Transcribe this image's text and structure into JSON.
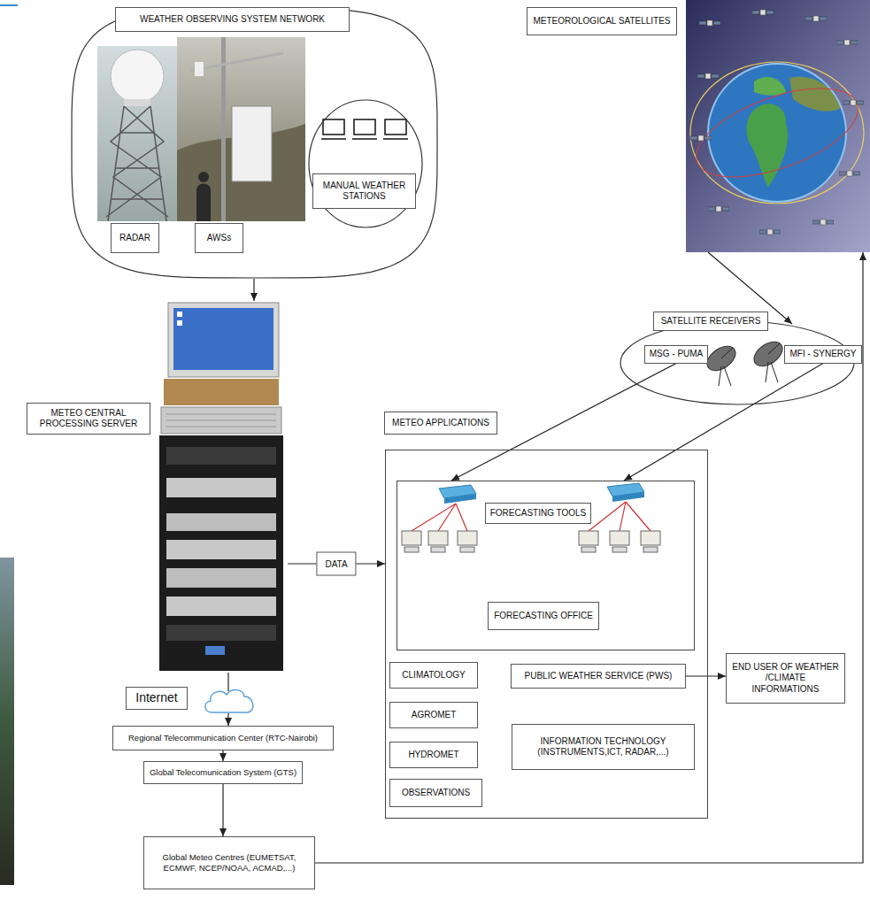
{
  "diagram": {
    "nodes": [
      {
        "text": [
          "WEATHER OBSERVING SYSTEM NETWORK"
        ]
      },
      {
        "text": [
          "RADAR"
        ],
        "in": 0
      },
      {
        "text": [
          "AWSs"
        ],
        "in": 0
      },
      {
        "text": [
          "MANUAL WEATHER STATIONS"
        ],
        "in": 0
      },
      {
        "text": [
          "METEOROLOGICAL SATELLITES"
        ]
      },
      {
        "text": [
          "METEO CENTRAL PROCESSING SERVER"
        ]
      },
      {
        "text": [
          "SATELLITE RECEIVERS"
        ]
      },
      {
        "text": [
          "MSG - PUMA"
        ],
        "in": 6
      },
      {
        "text": [
          "MFI - SYNERGY"
        ],
        "in": 6
      },
      {
        "text": [
          "METEO APPLICATIONS"
        ]
      },
      {
        "text": [
          "FORECASTING TOOLS",
          "FORECASTING OFFICE"
        ],
        "in": 9
      },
      {
        "text": [
          "CLIMATOLOGY"
        ],
        "in": 9
      },
      {
        "text": [
          "AGROMET"
        ],
        "in": 9
      },
      {
        "text": [
          "HYDROMET"
        ],
        "in": 9
      },
      {
        "text": [
          "OBSERVATIONS"
        ],
        "in": 9
      },
      {
        "text": [
          "PUBLIC WEATHER SERVICE (PWS)"
        ],
        "in": 9
      },
      {
        "text": [
          "INFORMATION TECHNOLOGY (INSTRUMENTS,ICT, RADAR,...)"
        ],
        "in": 9
      },
      {
        "text": [
          "END USER OF WEATHER /CLIMATE INFORMATIONS"
        ]
      },
      {
        "text": [
          "Internet"
        ]
      },
      {
        "text": [
          "Regional Telecommunication Center (RTC-Nairobi)"
        ]
      },
      {
        "text": [
          "Global Telecomunication System (GTS)"
        ]
      },
      {
        "text": [
          "Global Meteo Centres (EUMETSAT, ECMWF, NCEP/NOAA, ACMAD,...)"
        ]
      }
    ],
    "edges": [
      {
        "from": 0,
        "to": 5,
        "arrow": "to"
      },
      {
        "from": 4,
        "to": 6,
        "arrow": "to"
      },
      {
        "from": 7,
        "to": 10,
        "arrow": "to"
      },
      {
        "from": 8,
        "to": 10,
        "arrow": "to"
      },
      {
        "from": 5,
        "to": 9,
        "label": "DATA",
        "arrow": "to"
      },
      {
        "from": 15,
        "to": 17,
        "arrow": "to"
      },
      {
        "from": 5,
        "to": 18,
        "arrow": "none"
      },
      {
        "from": 18,
        "to": 19,
        "arrow": "to"
      },
      {
        "from": 19,
        "to": 20,
        "arrow": "to"
      },
      {
        "from": 20,
        "to": 21,
        "arrow": "to"
      },
      {
        "from": 21,
        "to": 4,
        "arrow": "to"
      }
    ]
  }
}
